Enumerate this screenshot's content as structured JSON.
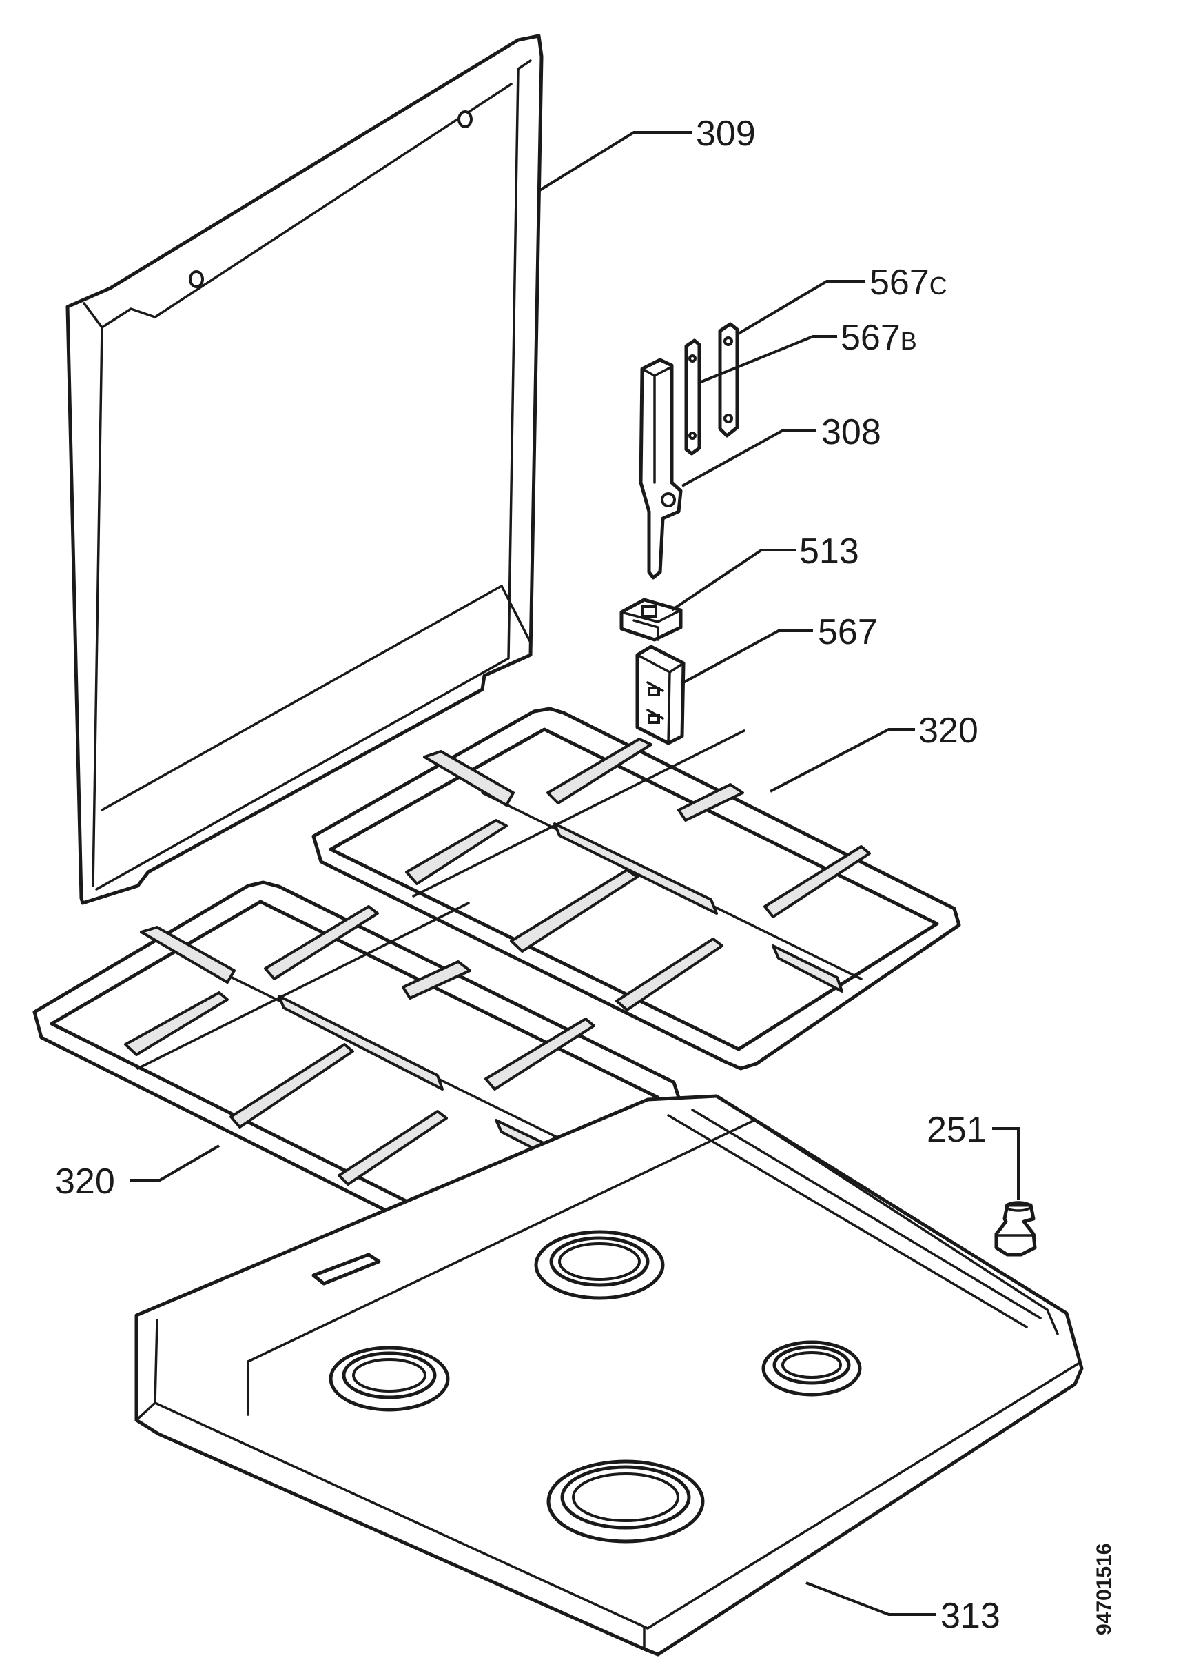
{
  "callouts": {
    "c309": "309",
    "c567c_num": "567",
    "c567c_suffix": "C",
    "c567b_num": "567",
    "c567b_suffix": "B",
    "c308": "308",
    "c513": "513",
    "c567": "567",
    "c320_top": "320",
    "c251": "251",
    "c320_left": "320",
    "c313": "313"
  },
  "document_number": "94701516"
}
